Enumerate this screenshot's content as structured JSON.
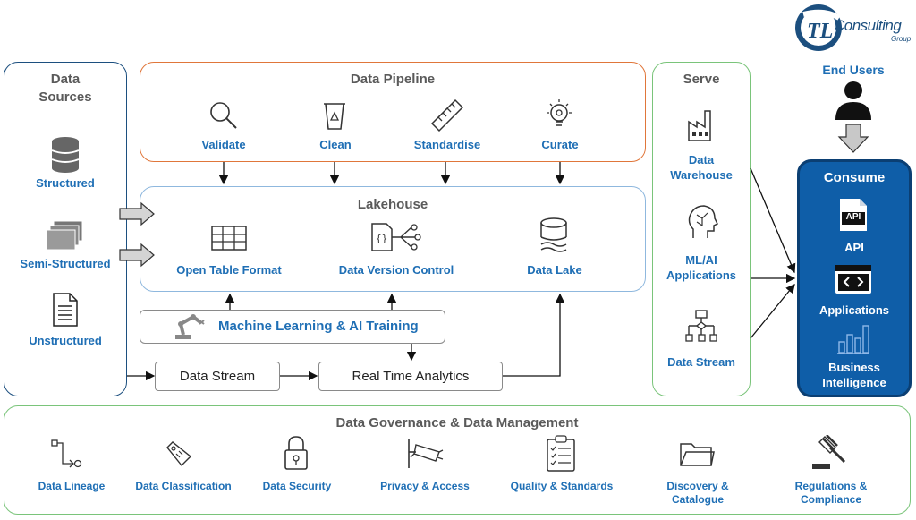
{
  "logo": {
    "brand_text": "Consulting",
    "sub_text": "Group"
  },
  "end_users": "End Users",
  "sources": {
    "title_line1": "Data",
    "title_line2": "Sources",
    "items": [
      "Structured",
      "Semi-Structured",
      "Unstructured"
    ]
  },
  "pipeline": {
    "title": "Data Pipeline",
    "steps": [
      "Validate",
      "Clean",
      "Standardise",
      "Curate"
    ]
  },
  "lakehouse": {
    "title": "Lakehouse",
    "items": [
      "Open Table Format",
      "Data Version Control",
      "Data Lake"
    ]
  },
  "ml_training": "Machine Learning & AI Training",
  "data_stream_box": "Data Stream",
  "realtime_box": "Real Time Analytics",
  "serve": {
    "title": "Serve",
    "items": [
      {
        "line1": "Data",
        "line2": "Warehouse"
      },
      {
        "line1": "ML/AI",
        "line2": "Applications"
      },
      {
        "line1": "Data Stream",
        "line2": ""
      }
    ]
  },
  "consume": {
    "title": "Consume",
    "api_badge": "API",
    "items": [
      "API",
      "Applications"
    ],
    "bi_line1": "Business",
    "bi_line2": "Intelligence"
  },
  "governance": {
    "title": "Data Governance & Data Management",
    "items": [
      {
        "line1": "Data Lineage",
        "line2": ""
      },
      {
        "line1": "Data Classification",
        "line2": ""
      },
      {
        "line1": "Data Security",
        "line2": ""
      },
      {
        "line1": "Privacy & Access",
        "line2": ""
      },
      {
        "line1": "Quality & Standards",
        "line2": ""
      },
      {
        "line1": "Discovery &",
        "line2": "Catalogue"
      },
      {
        "line1": "Regulations &",
        "line2": "Compliance"
      }
    ]
  },
  "colors": {
    "blue": "#1f6fb5",
    "orange": "#e0763a",
    "green": "#7ac47a",
    "navy": "#1c4f7f",
    "consume_bg": "#0f5ea8"
  }
}
